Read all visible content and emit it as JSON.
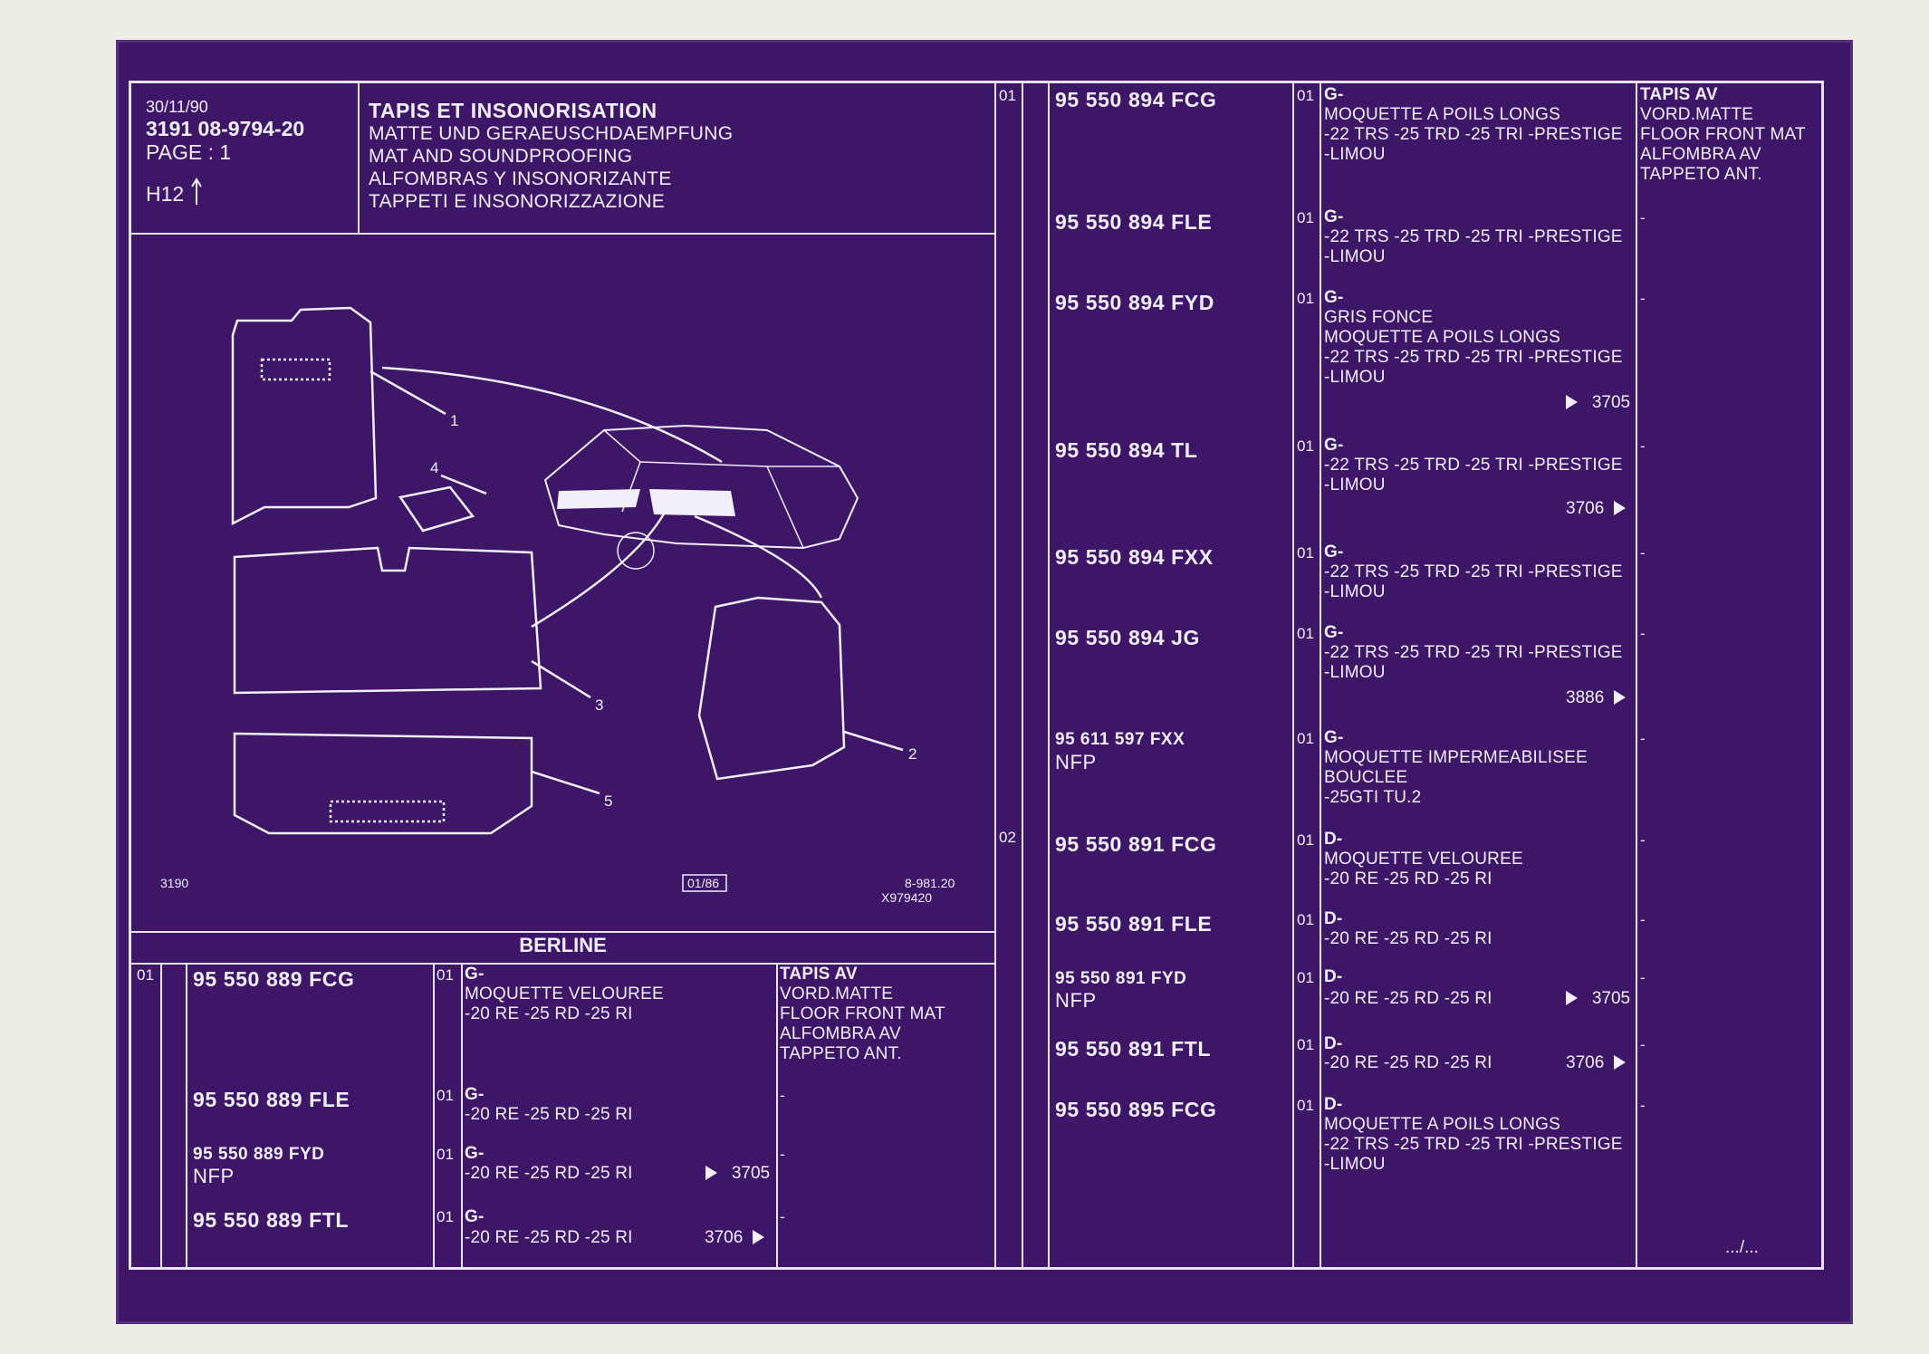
{
  "header": {
    "date": "30/11/90",
    "code": "3191  08-9794-20",
    "page": "PAGE : 1",
    "h12": "H12"
  },
  "title": {
    "bold": "TAPIS ET INSONORISATION",
    "lines": [
      "MATTE UND GERAEUSCHDAEMPFUNG",
      "MAT AND SOUNDPROOFING",
      "ALFOMBRAS Y INSONORIZANTE",
      "TAPPETI E INSONORIZZAZIONE"
    ]
  },
  "diagram": {
    "callouts": [
      "1",
      "2",
      "3",
      "4",
      "5"
    ],
    "corner_left": "3190",
    "corner_mid": "01/86",
    "corner_right": "8-981.20",
    "corner_right2": "X979420"
  },
  "section_label": "BERLINE",
  "left_rows": [
    {
      "idx": "01",
      "pn": "95 550 889 FCG",
      "qty": "01",
      "desc": [
        "G-",
        "MOQUETTE VELOUREE",
        "-20 RE -25 RD -25 RI"
      ],
      "ref": "",
      "note": [
        "TAPIS AV",
        "VORD.MATTE",
        "FLOOR FRONT MAT",
        "ALFOMBRA AV",
        "TAPPETO ANT."
      ]
    },
    {
      "idx": "",
      "pn": "95 550 889 FLE",
      "qty": "01",
      "desc": [
        "G-",
        "-20 RE -25 RD -25 RI"
      ],
      "ref": "",
      "note": [
        "-"
      ]
    },
    {
      "idx": "",
      "pn": "95 550 889 FYD",
      "nfp": "NFP",
      "qty": "01",
      "desc": [
        "G-",
        "-20 RE -25 RD -25 RI"
      ],
      "ref": "3705",
      "note": [
        "-"
      ]
    },
    {
      "idx": "",
      "pn": "95 550 889 FTL",
      "qty": "01",
      "desc": [
        "G-",
        "-20 RE -25 RD -25 RI"
      ],
      "ref": "3706",
      "note": [
        "-"
      ]
    }
  ],
  "right_rows": [
    {
      "idx": "01",
      "pn": "95 550 894 FCG",
      "qty": "01",
      "desc": [
        "G-",
        "MOQUETTE A POILS LONGS",
        "-22 TRS -25 TRD -25 TRI -PRESTIGE",
        "-LIMOU"
      ],
      "ref": "",
      "note": [
        "TAPIS AV",
        "VORD.MATTE",
        "FLOOR FRONT MAT",
        "ALFOMBRA AV",
        "TAPPETO ANT."
      ]
    },
    {
      "idx": "",
      "pn": "95 550 894 FLE",
      "qty": "01",
      "desc": [
        "G-",
        "-22 TRS -25 TRD -25 TRI -PRESTIGE",
        "-LIMOU"
      ],
      "ref": "",
      "note": [
        "-"
      ]
    },
    {
      "idx": "",
      "pn": "95 550 894 FYD",
      "qty": "01",
      "desc": [
        "G-",
        "GRIS FONCE",
        "MOQUETTE A POILS LONGS",
        "-22 TRS -25 TRD -25 TRI -PRESTIGE",
        "-LIMOU"
      ],
      "ref": "3705",
      "note": [
        "-"
      ]
    },
    {
      "idx": "",
      "pn": "95 550 894 TL",
      "qty": "01",
      "desc": [
        "G-",
        "-22 TRS -25 TRD -25 TRI -PRESTIGE",
        "-LIMOU"
      ],
      "ref": "3706",
      "note": [
        "-"
      ]
    },
    {
      "idx": "",
      "pn": "95 550 894 FXX",
      "qty": "01",
      "desc": [
        "G-",
        "-22 TRS -25 TRD -25 TRI -PRESTIGE",
        "-LIMOU"
      ],
      "ref": "",
      "note": [
        "-"
      ]
    },
    {
      "idx": "",
      "pn": "95 550 894 JG",
      "qty": "01",
      "desc": [
        "G-",
        "-22 TRS -25 TRD -25 TRI -PRESTIGE",
        "-LIMOU"
      ],
      "ref": "3886",
      "note": [
        "-"
      ]
    },
    {
      "idx": "",
      "pn": "95 611 597 FXX",
      "nfp": "NFP",
      "qty": "01",
      "desc": [
        "G-",
        "MOQUETTE IMPERMEABILISEE",
        "BOUCLEE",
        "-25GTI TU.2"
      ],
      "ref": "",
      "note": [
        "-"
      ]
    },
    {
      "idx": "02",
      "pn": "95 550 891 FCG",
      "qty": "01",
      "desc": [
        "D-",
        "MOQUETTE VELOUREE",
        "-20 RE -25 RD -25 RI"
      ],
      "ref": "",
      "note": [
        "-"
      ]
    },
    {
      "idx": "",
      "pn": "95 550 891 FLE",
      "qty": "01",
      "desc": [
        "D-",
        "-20 RE -25 RD -25 RI"
      ],
      "ref": "",
      "note": [
        "-"
      ]
    },
    {
      "idx": "",
      "pn": "95 550 891 FYD",
      "nfp": "NFP",
      "qty": "01",
      "desc": [
        "D-",
        "-20 RE -25 RD -25 RI"
      ],
      "ref": "3705",
      "note": [
        "-"
      ]
    },
    {
      "idx": "",
      "pn": "95 550 891 FTL",
      "qty": "01",
      "desc": [
        "D-",
        "-20 RE -25 RD -25 RI"
      ],
      "ref": "3706",
      "note": [
        "-"
      ]
    },
    {
      "idx": "",
      "pn": "95 550 895 FCG",
      "qty": "01",
      "desc": [
        "D-",
        "MOQUETTE A POILS LONGS",
        "-22 TRS -25 TRD -25 TRI -PRESTIGE",
        "-LIMOU"
      ],
      "ref": "",
      "note": [
        "-"
      ]
    }
  ],
  "continued": ".../..."
}
